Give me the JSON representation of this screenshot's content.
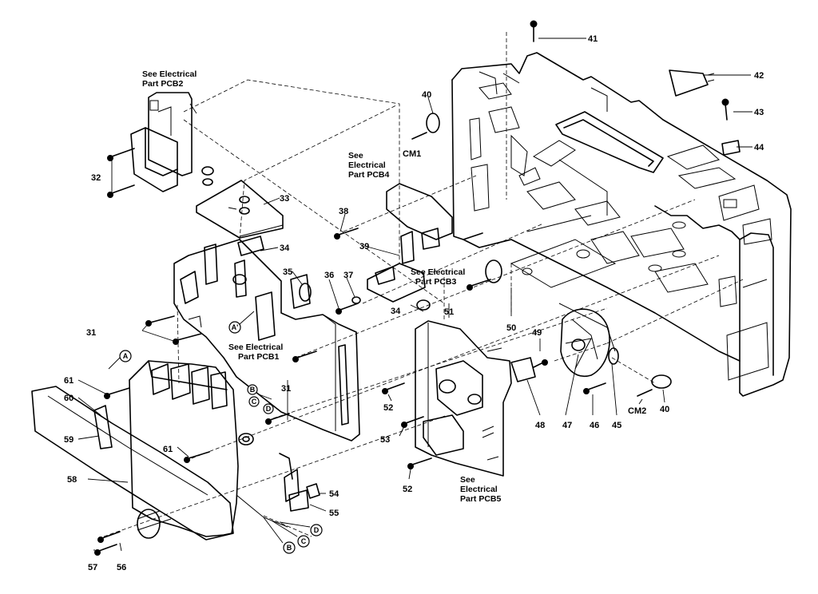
{
  "parts": [
    {
      "key": "p31a",
      "label": "31"
    },
    {
      "key": "p31b",
      "label": "31"
    },
    {
      "key": "p32",
      "label": "32"
    },
    {
      "key": "p33",
      "label": "33"
    },
    {
      "key": "p34a",
      "label": "34"
    },
    {
      "key": "p34b",
      "label": "34"
    },
    {
      "key": "p35",
      "label": "35"
    },
    {
      "key": "p36",
      "label": "36"
    },
    {
      "key": "p37",
      "label": "37"
    },
    {
      "key": "p38",
      "label": "38"
    },
    {
      "key": "p39",
      "label": "39"
    },
    {
      "key": "p40a",
      "label": "40"
    },
    {
      "key": "p40b",
      "label": "40"
    },
    {
      "key": "p41",
      "label": "41"
    },
    {
      "key": "p42",
      "label": "42"
    },
    {
      "key": "p43",
      "label": "43"
    },
    {
      "key": "p44",
      "label": "44"
    },
    {
      "key": "p45",
      "label": "45"
    },
    {
      "key": "p46",
      "label": "46"
    },
    {
      "key": "p47",
      "label": "47"
    },
    {
      "key": "p48",
      "label": "48"
    },
    {
      "key": "p49",
      "label": "49"
    },
    {
      "key": "p50",
      "label": "50"
    },
    {
      "key": "p51",
      "label": "51"
    },
    {
      "key": "p52a",
      "label": "52"
    },
    {
      "key": "p52b",
      "label": "52"
    },
    {
      "key": "p53",
      "label": "53"
    },
    {
      "key": "p54",
      "label": "54"
    },
    {
      "key": "p55",
      "label": "55"
    },
    {
      "key": "p56",
      "label": "56"
    },
    {
      "key": "p57",
      "label": "57"
    },
    {
      "key": "p58",
      "label": "58"
    },
    {
      "key": "p59",
      "label": "59"
    },
    {
      "key": "p60",
      "label": "60"
    },
    {
      "key": "p61a",
      "label": "61"
    },
    {
      "key": "p61b",
      "label": "61"
    },
    {
      "key": "cm1",
      "label": "CM1"
    },
    {
      "key": "cm2",
      "label": "CM2"
    }
  ],
  "notes": [
    {
      "key": "pcb2",
      "lines": [
        "See Electrical",
        "Part PCB2"
      ]
    },
    {
      "key": "pcb4",
      "lines": [
        "See",
        "Electrical",
        "Part PCB4"
      ]
    },
    {
      "key": "pcb3",
      "lines": [
        "See Electrical",
        "Part PCB3"
      ]
    },
    {
      "key": "pcb1",
      "lines": [
        "See Electrical",
        "Part PCB1"
      ]
    },
    {
      "key": "pcb5",
      "lines": [
        "See",
        "Electrical",
        "Part PCB5"
      ]
    }
  ],
  "connectors": [
    {
      "key": "ca1",
      "label": "A"
    },
    {
      "key": "ca2",
      "label": "A'"
    },
    {
      "key": "cb1",
      "label": "B"
    },
    {
      "key": "cc1",
      "label": "C"
    },
    {
      "key": "cd1",
      "label": "D"
    },
    {
      "key": "cb2",
      "label": "B"
    },
    {
      "key": "cc2",
      "label": "C"
    },
    {
      "key": "cd2",
      "label": "D"
    }
  ]
}
